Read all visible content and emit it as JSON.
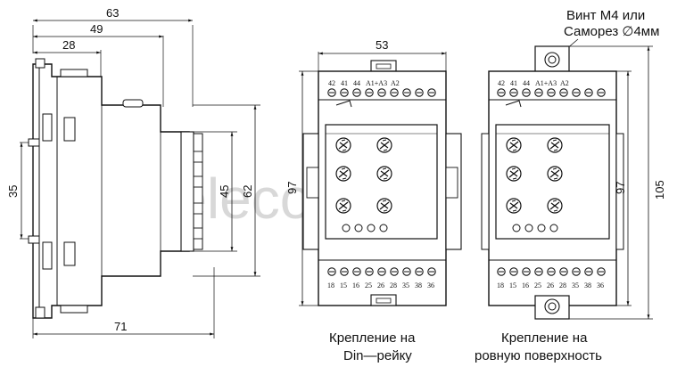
{
  "watermark": "relecon.ru",
  "side_view": {
    "dims": {
      "overall_depth": "63",
      "depth_49": "49",
      "depth_28": "28",
      "height_35": "35",
      "height_45": "45",
      "height_62": "62",
      "length_71": "71"
    }
  },
  "front_din": {
    "width_label": "53",
    "height_label": "97",
    "top_terminals": [
      "42",
      "41",
      "44",
      "A1+A3",
      "A2"
    ],
    "bottom_terminals": [
      "18",
      "15",
      "16",
      "25",
      "26",
      "28",
      "35",
      "38",
      "36"
    ],
    "caption_line1": "Крепление на",
    "caption_line2": "Din—рейку"
  },
  "front_surface": {
    "height_label": "97",
    "overall_height_label": "105",
    "top_terminals": [
      "42",
      "41",
      "44",
      "A1+A3",
      "A2"
    ],
    "bottom_terminals": [
      "18",
      "15",
      "16",
      "25",
      "26",
      "28",
      "35",
      "38",
      "36"
    ],
    "note_line1": "Винт М4 или",
    "note_line2": "Саморез ∅4мм",
    "caption_line1": "Крепление на",
    "caption_line2": "ровную поверхность"
  }
}
